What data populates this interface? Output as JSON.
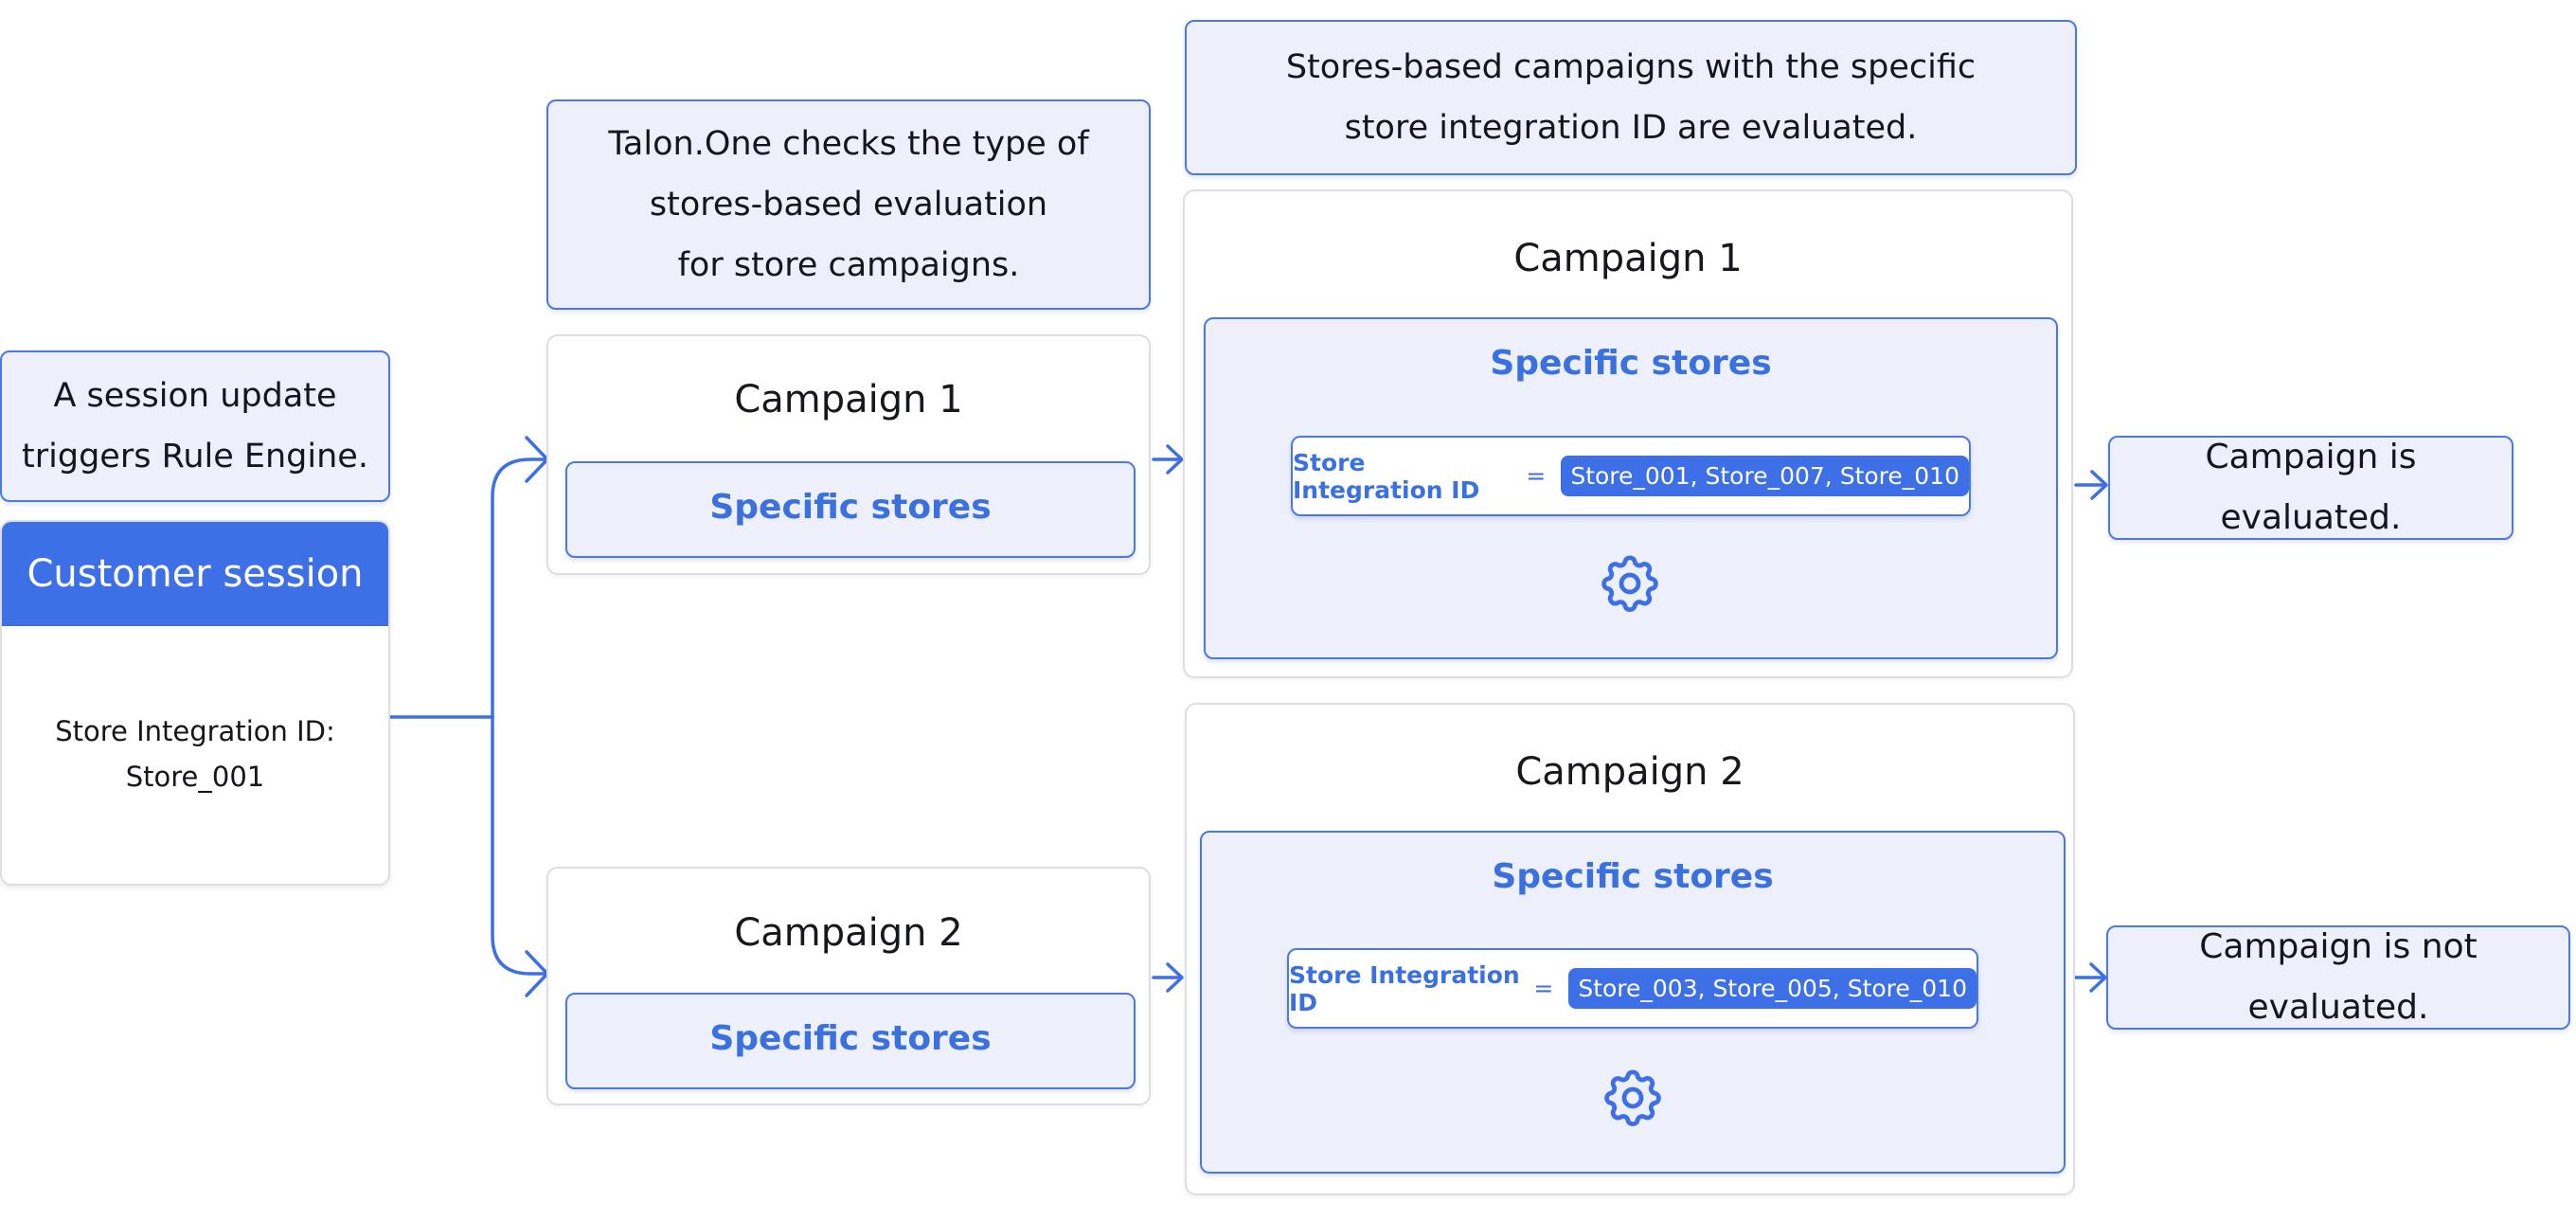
{
  "notes": {
    "session_update": [
      "A session update",
      "triggers Rule Engine."
    ],
    "talon_checks": [
      "Talon.One checks the type of",
      "stores-based evaluation",
      "for store campaigns."
    ],
    "stores_based": [
      "Stores-based campaigns with the specific",
      "store integration ID are evaluated."
    ]
  },
  "customer_session": {
    "header": "Customer session",
    "body": [
      "Store Integration ID:",
      "Store_001"
    ]
  },
  "campaigns_left": [
    {
      "title": "Campaign 1",
      "stores_label": "Specific stores"
    },
    {
      "title": "Campaign 2",
      "stores_label": "Specific stores"
    }
  ],
  "campaigns_right": [
    {
      "title": "Campaign 1",
      "stores_label": "Specific stores",
      "id_label": "Store Integration ID",
      "equals": "=",
      "store_ids": "Store_001, Store_007, Store_010",
      "icon": "gear-icon"
    },
    {
      "title": "Campaign 2",
      "stores_label": "Specific stores",
      "id_label": "Store Integration ID",
      "equals": "=",
      "store_ids": "Store_003, Store_005, Store_010",
      "icon": "gear-icon"
    }
  ],
  "outcomes": [
    "Campaign is evaluated.",
    "Campaign is not evaluated."
  ],
  "colors": {
    "accent": "#3d6fe6",
    "note_fill": "#edf0fb",
    "card_border": "#dcdee4"
  }
}
